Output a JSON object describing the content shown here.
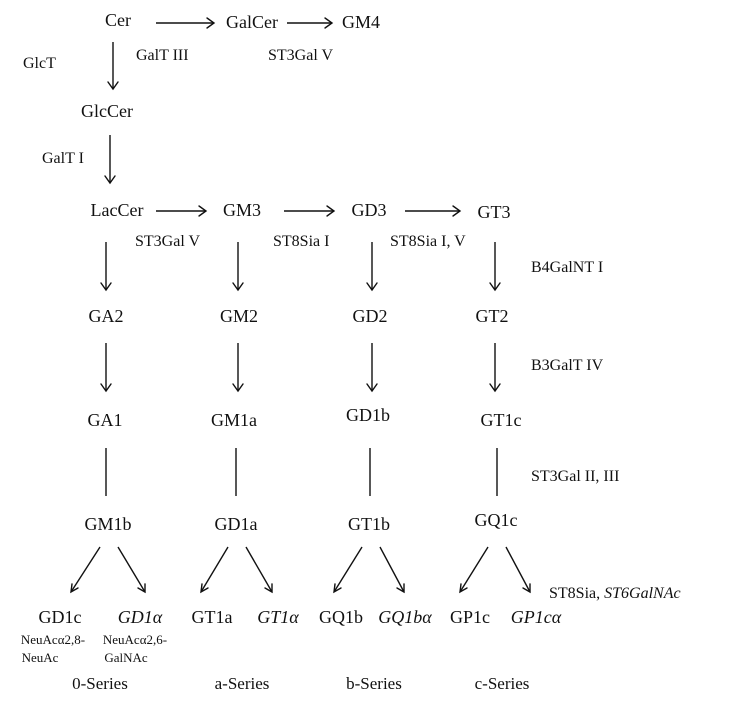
{
  "nodes": {
    "cer": "Cer",
    "galcer": "GalCer",
    "gm4": "GM4",
    "glccer": "GlcCer",
    "laccer": "LacCer",
    "gm3": "GM3",
    "gd3": "GD3",
    "gt3": "GT3",
    "ga2": "GA2",
    "gm2": "GM2",
    "gd2": "GD2",
    "gt2": "GT2",
    "ga1": "GA1",
    "gm1a": "GM1a",
    "gd1b": "GD1b",
    "gt1c": "GT1c",
    "gm1b": "GM1b",
    "gd1a": "GD1a",
    "gt1b": "GT1b",
    "gq1c": "GQ1c",
    "gd1c": "GD1c",
    "gd1alpha": "GD1α",
    "gt1a": "GT1a",
    "gt1alpha": "GT1α",
    "gq1b": "GQ1b",
    "gq1balpha": "GQ1bα",
    "gp1c": "GP1c",
    "gp1calpha": "GP1cα"
  },
  "enzymes": {
    "glct": "GlcT",
    "galt3": "GalT III",
    "st3gal5_top": "ST3Gal V",
    "galt1": "GalT I",
    "st3gal5": "ST3Gal V",
    "st8sia1": "ST8Sia I",
    "st8sia15": "ST8Sia I, V",
    "b4galnt1": "B4GalNT I",
    "b3galt4": "B3GalT IV",
    "st3gal23": "ST3Gal II, III",
    "st8sia_prefix": "ST8Sia, ",
    "st6galnac": "ST6GalNAc"
  },
  "linkage_notes": {
    "gd1c_line1": "NeuAcα2,8-",
    "gd1c_line2": "NeuAc",
    "gd1alpha_line1": "NeuAcα2,6-",
    "gd1alpha_line2": "GalNAc"
  },
  "series": {
    "zero": "0-Series",
    "a": "a-Series",
    "b": "b-Series",
    "c": "c-Series"
  }
}
